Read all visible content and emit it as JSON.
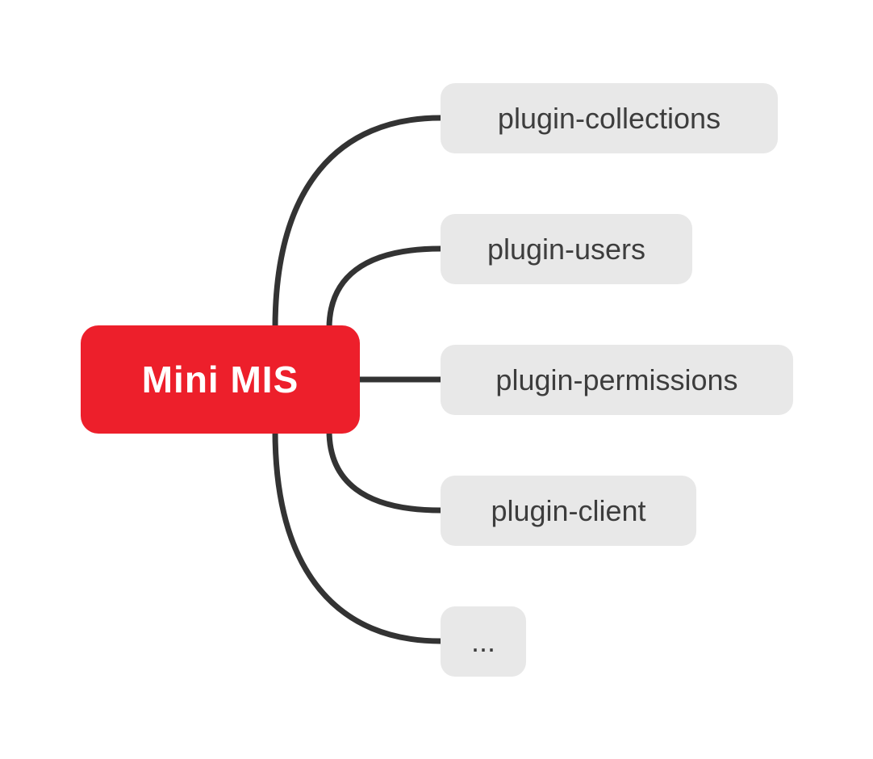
{
  "diagram": {
    "type": "mindmap",
    "root": {
      "label": "Mini MIS"
    },
    "children": [
      {
        "label": "plugin-collections"
      },
      {
        "label": "plugin-users"
      },
      {
        "label": "plugin-permissions"
      },
      {
        "label": "plugin-client"
      },
      {
        "label": "..."
      }
    ],
    "colors": {
      "root_bg": "#ed1f2b",
      "root_text": "#ffffff",
      "child_bg": "#e8e8e8",
      "child_text": "#3d3d3d",
      "connector": "#333333",
      "background": "#ffffff"
    }
  }
}
